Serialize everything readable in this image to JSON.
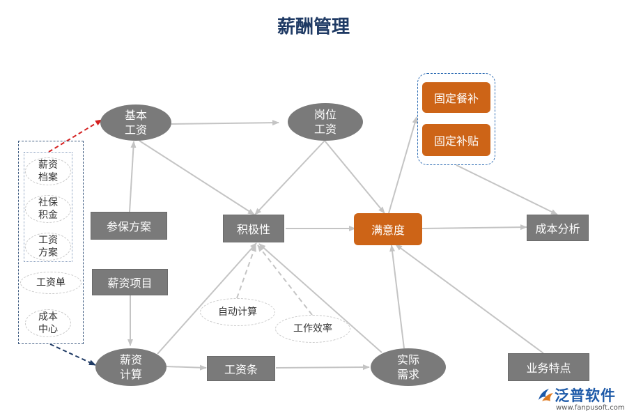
{
  "title": "薪酬管理",
  "nodes": {
    "jiben_gongzi": "基本\n工资",
    "gangwei_gongzi": "岗位\n工资",
    "xinzi_jisuan": "薪资\n计算",
    "shiji_xuqiu": "实际\n需求",
    "canbao_fangan": "参保方案",
    "jijixing": "积极性",
    "manyidu": "满意度",
    "chengben_fenxi": "成本分析",
    "xinzi_xiangmu": "薪资项目",
    "gongzitiao": "工资条",
    "yewu_tedian": "业务特点",
    "guding_canbu": "固定餐补",
    "guding_butie": "固定补贴",
    "zidong_jisuan": "自动计算",
    "gongzuo_xiaolv": "工作效率",
    "xinzi_dangan": "薪资\n档案",
    "shebao_jijin": "社保\n积金",
    "gongzi_fangan": "工资\n方案",
    "gongzidan": "工资单",
    "chengben_zhongxin": "成本\n中心"
  },
  "colors": {
    "node_gray": "#7a7a7a",
    "node_orange": "#cd6417",
    "edge_gray": "#c4c4c4",
    "edge_red": "#d42020",
    "edge_navy": "#1f3a64",
    "title": "#1f3a64"
  },
  "logo": {
    "name": "泛普软件",
    "url": "www.fanpusoft.com",
    "icon": "fanpu-logo-icon"
  }
}
